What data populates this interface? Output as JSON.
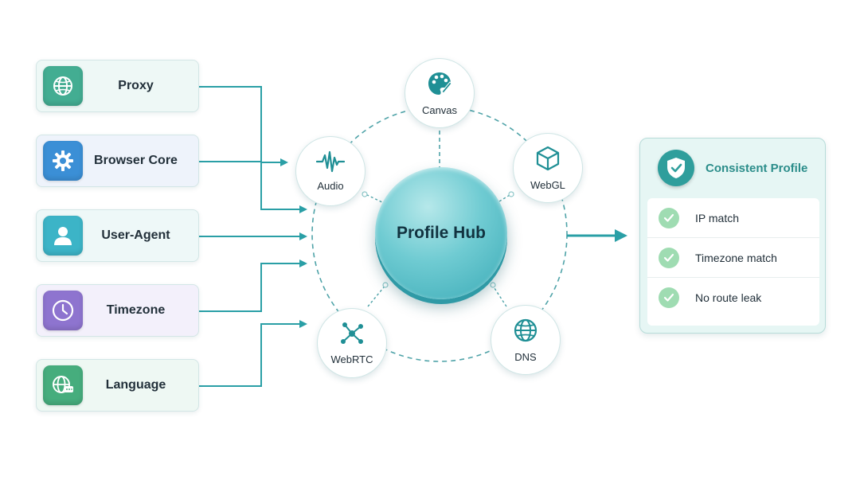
{
  "inputs": [
    {
      "label": "Proxy",
      "icon": "globe-icon",
      "card_bg": "#eef8f6",
      "icon_bg": "#43ad92"
    },
    {
      "label": "Browser Core",
      "icon": "gear-icon",
      "card_bg": "#eef3fb",
      "icon_bg": "#3b8fd6"
    },
    {
      "label": "User-Agent",
      "icon": "user-icon",
      "card_bg": "#eef8f8",
      "icon_bg": "#3cb4c7"
    },
    {
      "label": "Timezone",
      "icon": "clock-icon",
      "card_bg": "#f3f0fb",
      "icon_bg": "#8e74cf"
    },
    {
      "label": "Language",
      "icon": "language-globe-icon",
      "card_bg": "#eef8f3",
      "icon_bg": "#46ad7d"
    }
  ],
  "nodes": [
    {
      "label": "Canvas",
      "icon": "palette-icon"
    },
    {
      "label": "Audio",
      "icon": "waveform-icon"
    },
    {
      "label": "WebGL",
      "icon": "cube-icon"
    },
    {
      "label": "WebRTC",
      "icon": "network-icon"
    },
    {
      "label": "DNS",
      "icon": "globe-icon"
    }
  ],
  "hub": {
    "label": "Profile Hub",
    "icon": "none"
  },
  "result": {
    "title": "Consistent Profile",
    "icon": "shield-check-icon",
    "items": [
      {
        "label": "IP match",
        "icon": "check-icon"
      },
      {
        "label": "Timezone match",
        "icon": "check-icon"
      },
      {
        "label": "No route leak",
        "icon": "check-icon"
      }
    ]
  },
  "colors": {
    "accent": "#2a9fa6",
    "ring": "#4fa3a8",
    "text": "#22303a",
    "result_title": "#2b8d8a"
  }
}
